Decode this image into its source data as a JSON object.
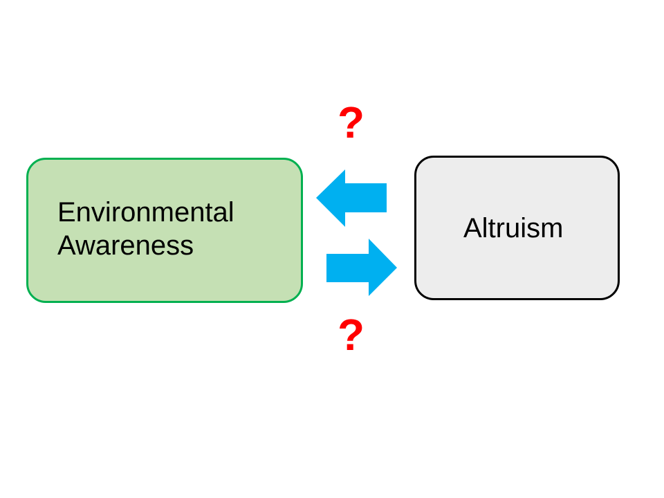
{
  "nodes": {
    "environmental_awareness": {
      "line1": "Environmental",
      "line2": "Awareness"
    },
    "altruism": {
      "label": "Altruism"
    }
  },
  "question_marks": {
    "top": "?",
    "bottom": "?"
  },
  "colors": {
    "arrow": "#00b0f0",
    "question": "#ff0000",
    "env_fill": "#c5e0b4",
    "env_border": "#00b050",
    "alt_fill": "#ededed"
  }
}
